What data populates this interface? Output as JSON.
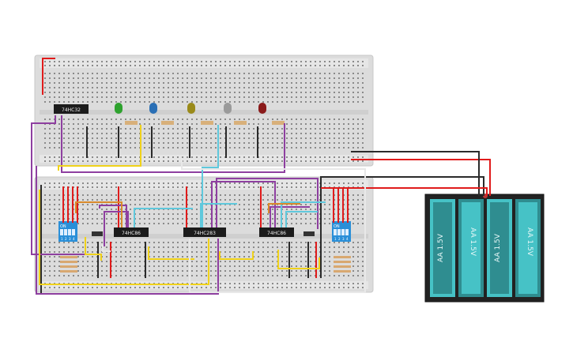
{
  "chips": {
    "top": "74HC32",
    "left": "74HC86",
    "middle": "74HC283",
    "right": "74HC86"
  },
  "dip_switch": {
    "on_label": "ON",
    "pin_labels": [
      "1",
      "2",
      "3",
      "4"
    ]
  },
  "battery": {
    "cell_label": "AA 1.5V",
    "cell_count": 4
  },
  "led_colors": [
    "#2ea22e",
    "#2a6fb5",
    "#9a8a1a",
    "#9a9a9a",
    "#8a1a1a"
  ],
  "wire_colors": {
    "red": "#e01b1b",
    "black": "#2b2b2b",
    "yellow": "#f0d21a",
    "purple": "#8e3fa0",
    "cyan": "#5fc8dc",
    "orange": "#d98a2b",
    "white": "#e8e8e8"
  }
}
